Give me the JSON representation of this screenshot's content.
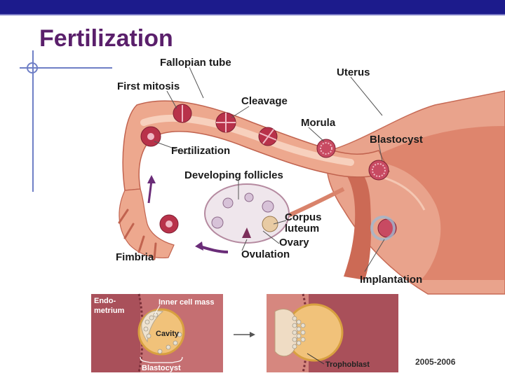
{
  "slide": {
    "title": "Fertilization",
    "footer": "2005-2006"
  },
  "labels": {
    "fallopian_tube": "Fallopian tube",
    "uterus": "Uterus",
    "first_mitosis": "First mitosis",
    "cleavage": "Cleavage",
    "morula": "Morula",
    "blastocyst": "Blastocyst",
    "fertilization": "Fertilization",
    "developing_follicles": "Developing follicles",
    "corpus_luteum_1": "Corpus",
    "corpus_luteum_2": "luteum",
    "ovary": "Ovary",
    "ovulation": "Ovulation",
    "fimbria": "Fimbria",
    "implantation": "Implantation"
  },
  "inset": {
    "endometrium_1": "Endo-",
    "endometrium_2": "metrium",
    "inner_cell_mass": "Inner cell mass",
    "cavity": "Cavity",
    "blastocyst": "Blastocyst",
    "trophoblast": "Trophoblast"
  },
  "colors": {
    "title": "#5a1f6b",
    "banner": "#1c1b8c",
    "tissue": "#e8a48a",
    "tissue_dark": "#c45a4a",
    "inset_bg": "#a9505a",
    "embryo": "#b8324a"
  }
}
